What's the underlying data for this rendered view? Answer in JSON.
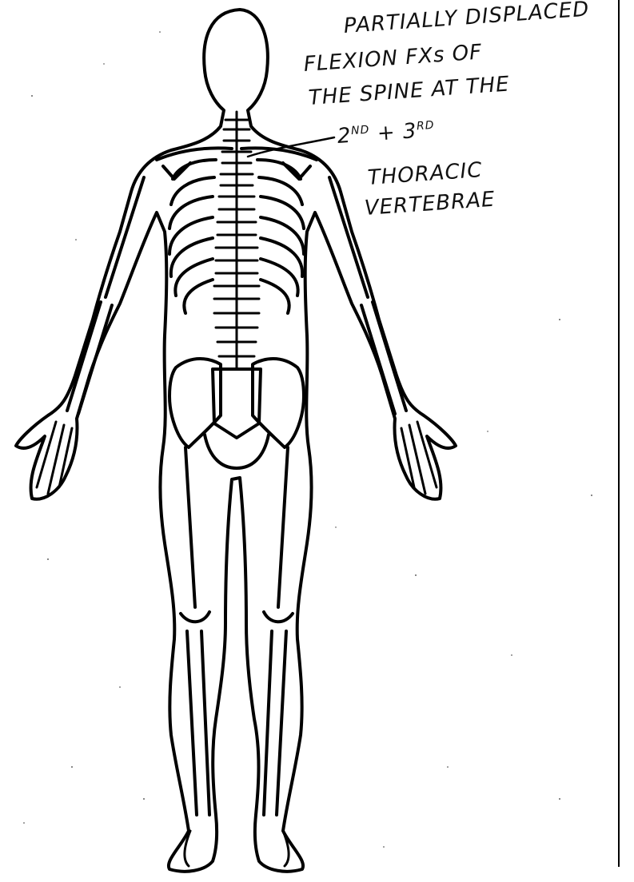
{
  "annotation": {
    "line1": "PARTIALLY DISPLACED",
    "line2": "FLEXION FXs OF",
    "line3": "THE SPINE AT THE",
    "ordinal_a": "2",
    "ordinal_a_sup": "ND",
    "plus": "+",
    "ordinal_b": "3",
    "ordinal_b_sup": "RD",
    "line5": "THORACIC",
    "line6": "VERTEBRAE"
  }
}
